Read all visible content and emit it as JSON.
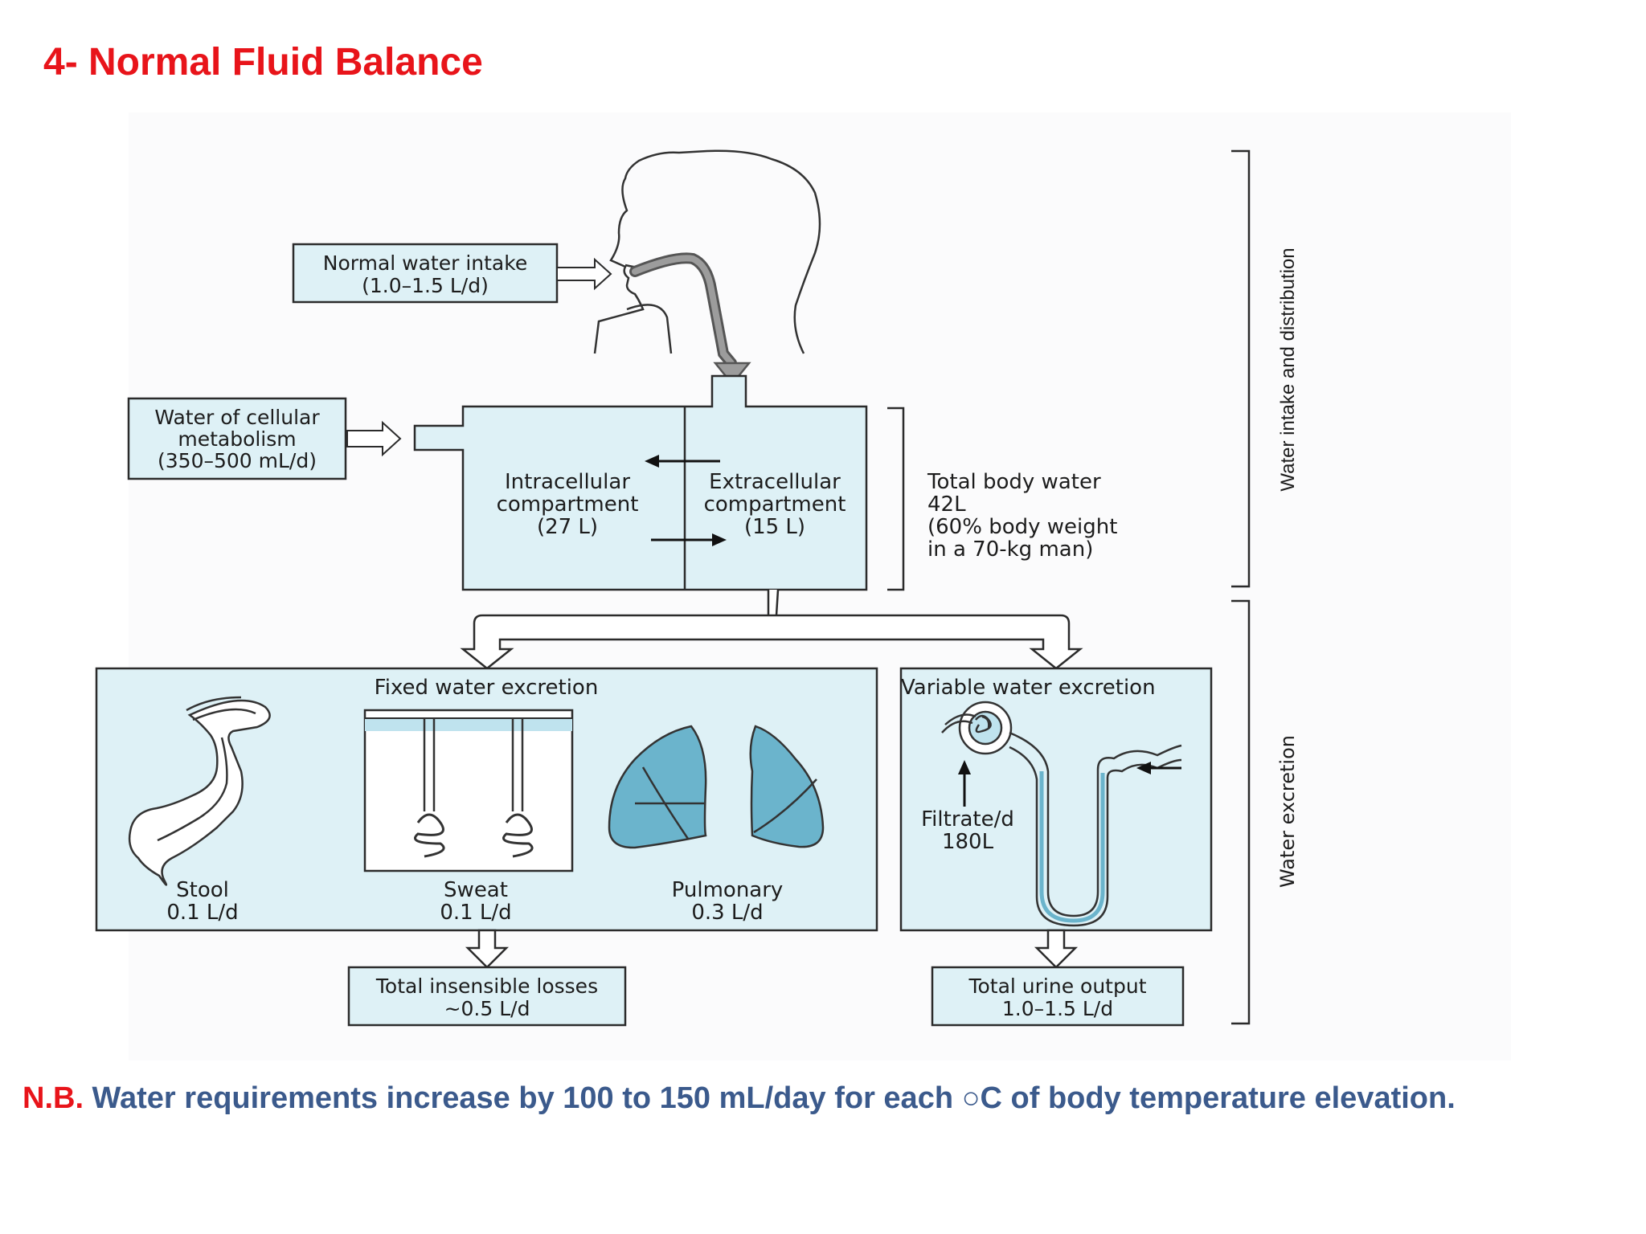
{
  "title": "4- Normal Fluid Balance",
  "colors": {
    "title_red": "#e8141a",
    "note_blue": "#3b5a8c",
    "box_fill": "#def1f6",
    "lung_fill": "#6bb4cc"
  },
  "diagram": {
    "intake": {
      "label_line1": "Normal water intake",
      "label_line2": "(1.0–1.5 L/d)"
    },
    "metabolism": {
      "line1": "Water of cellular",
      "line2": "metabolism",
      "line3": "(350–500 mL/d)"
    },
    "intracellular": {
      "line1": "Intracellular",
      "line2": "compartment",
      "line3": "(27 L)"
    },
    "extracellular": {
      "line1": "Extracellular",
      "line2": "compartment",
      "line3": "(15 L)"
    },
    "total_body_water": {
      "line1": "Total body water",
      "line2": "42L",
      "line3": "(60% body weight",
      "line4": "in a 70-kg man)"
    },
    "fixed_excretion": {
      "title": "Fixed water excretion",
      "stool_label": "Stool",
      "stool_value": "0.1 L/d",
      "sweat_label": "Sweat",
      "sweat_value": "0.1 L/d",
      "pulmonary_label": "Pulmonary",
      "pulmonary_value": "0.3 L/d"
    },
    "variable_excretion": {
      "title": "Variable water excretion",
      "filtrate_label": "Filtrate/d",
      "filtrate_value": "180L"
    },
    "insensible_losses": {
      "line1": "Total insensible losses",
      "line2": "~0.5 L/d"
    },
    "urine_output": {
      "line1": "Total urine output",
      "line2": "1.0–1.5 L/d"
    },
    "side_labels": {
      "intake_distribution": "Water intake and distribution",
      "excretion": "Water excretion"
    }
  },
  "note": {
    "prefix": "N.B.",
    "text": " Water requirements increase by 100 to 150 mL/day for each ○C of body temperature elevation."
  }
}
